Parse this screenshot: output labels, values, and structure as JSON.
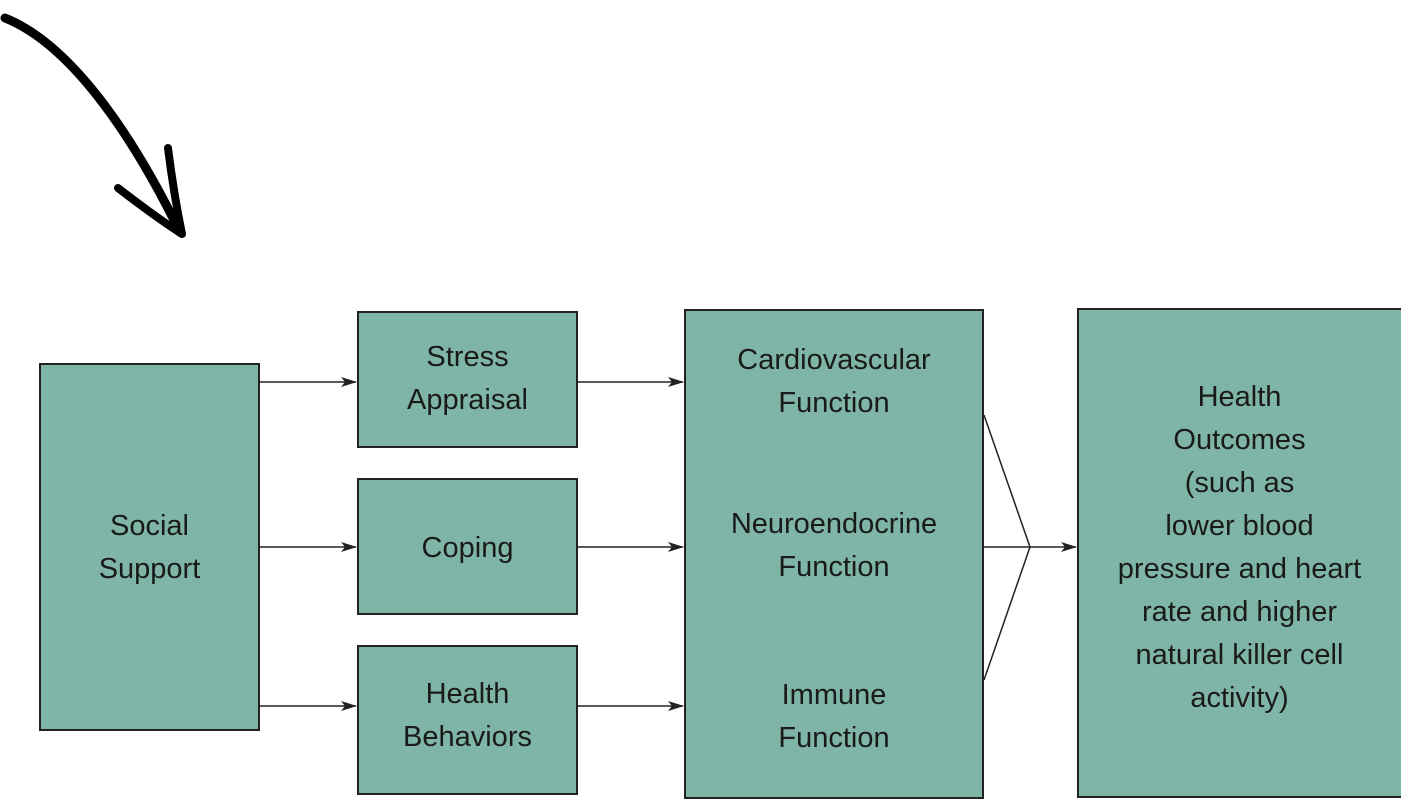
{
  "colors": {
    "box_fill": "#7fb5a6",
    "line": "#222222"
  },
  "decor": {
    "icon": "hand-drawn-arrow-icon"
  },
  "diagram": {
    "social_support": "Social\nSupport",
    "stress_appraisal": "Stress\nAppraisal",
    "coping": "Coping",
    "health_behaviors": "Health\nBehaviors",
    "cardiovascular": "Cardiovascular\nFunction",
    "neuroendocrine": "Neuroendocrine\nFunction",
    "immune": "Immune\nFunction",
    "health_outcomes": "Health\nOutcomes\n(such as\nlower blood\npressure and heart\nrate and higher\nnatural killer cell\nactivity)"
  }
}
